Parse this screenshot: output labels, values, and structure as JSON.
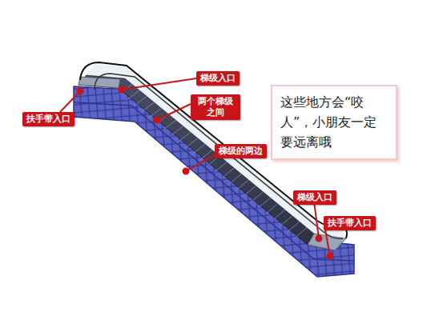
{
  "diagram": {
    "nodes": [
      {
        "text": [
          "梯级入口"
        ]
      },
      {
        "text": [
          "扶手带入口"
        ]
      },
      {
        "text": [
          "两个梯级 之间"
        ]
      },
      {
        "text": [
          "梯级的两边"
        ]
      },
      {
        "text": [
          "这些地方会“咬人”，小朋友一定要远离哦"
        ]
      },
      {
        "text": [
          "梯级入口"
        ]
      },
      {
        "text": [
          "扶手带入口"
        ]
      }
    ]
  }
}
